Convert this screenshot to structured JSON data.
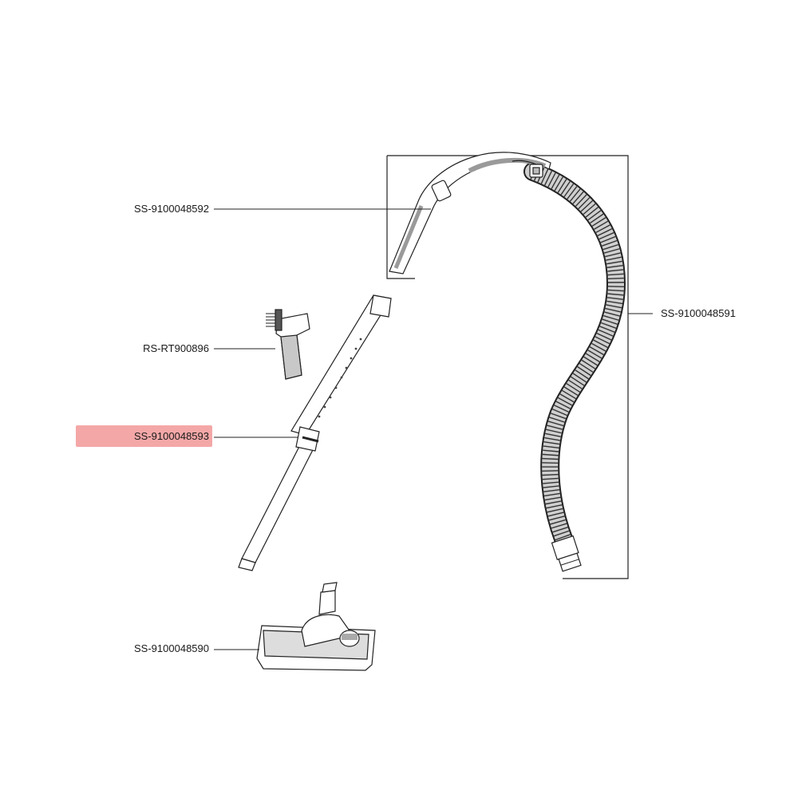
{
  "colors": {
    "line": "#222222",
    "part_fill": "#ffffff",
    "hose_fill": "#cfcfcf",
    "shade": "#9a9a9a",
    "highlight": "#f4a7a7"
  },
  "parts": [
    {
      "id": "handle",
      "label": "SS-9100048592"
    },
    {
      "id": "brush",
      "label": "RS-RT900896"
    },
    {
      "id": "tube",
      "label": "SS-9100048593",
      "highlighted": true
    },
    {
      "id": "floor-nozzle",
      "label": "SS-9100048590"
    },
    {
      "id": "hose",
      "label": "SS-9100048591"
    }
  ]
}
